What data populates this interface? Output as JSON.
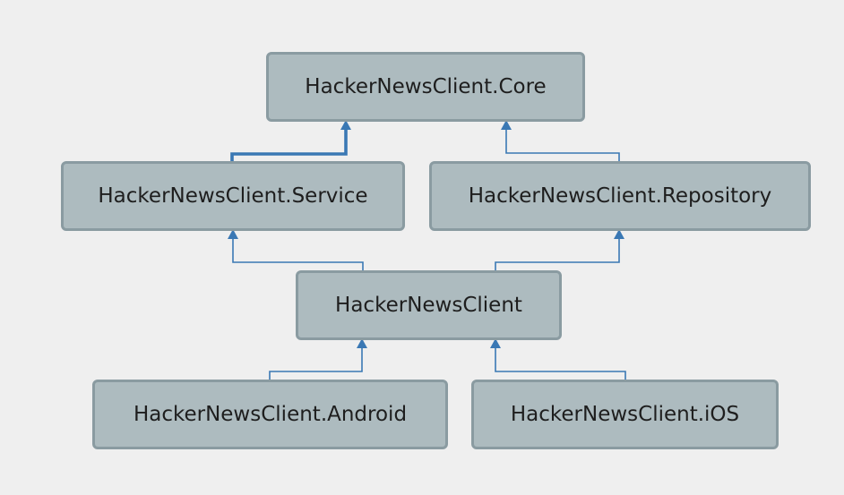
{
  "diagram": {
    "nodes": {
      "core": "HackerNewsClient.Core",
      "service": "HackerNewsClient.Service",
      "repository": "HackerNewsClient.Repository",
      "client": "HackerNewsClient",
      "android": "HackerNewsClient.Android",
      "ios": "HackerNewsClient.iOS"
    },
    "edges": [
      {
        "from": "service",
        "to": "core",
        "emphasized": true
      },
      {
        "from": "repository",
        "to": "core",
        "emphasized": false
      },
      {
        "from": "client",
        "to": "service",
        "emphasized": false
      },
      {
        "from": "client",
        "to": "repository",
        "emphasized": false
      },
      {
        "from": "android",
        "to": "client",
        "emphasized": false
      },
      {
        "from": "ios",
        "to": "client",
        "emphasized": false
      }
    ],
    "colors": {
      "node_fill": "#adbbbf",
      "node_border": "#8a9ba1",
      "edge": "#3a78b4",
      "background": "#efefef"
    }
  }
}
